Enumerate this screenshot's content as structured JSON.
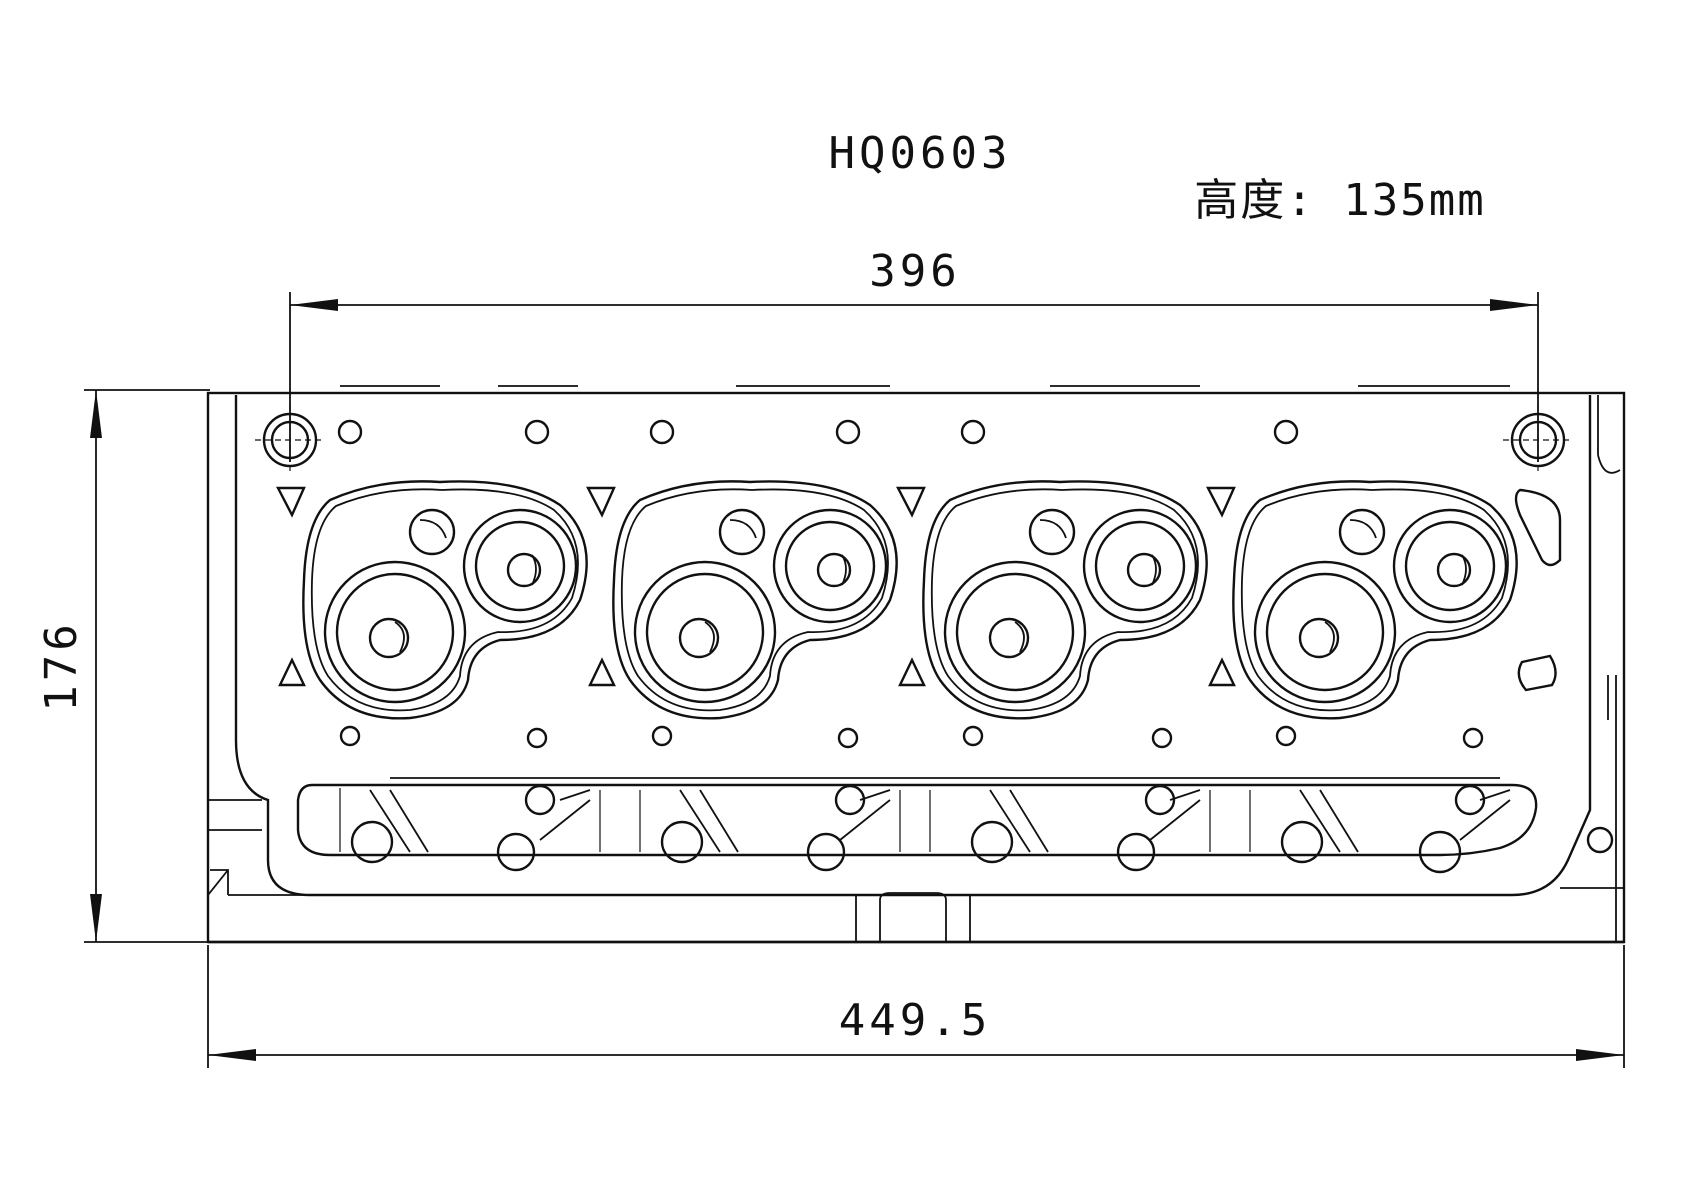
{
  "part_code": "HQ0603",
  "height_label": "高度: 135mm",
  "dimensions": {
    "top_hole_spacing": "396",
    "overall_length": "449.5",
    "overall_width": "176"
  }
}
